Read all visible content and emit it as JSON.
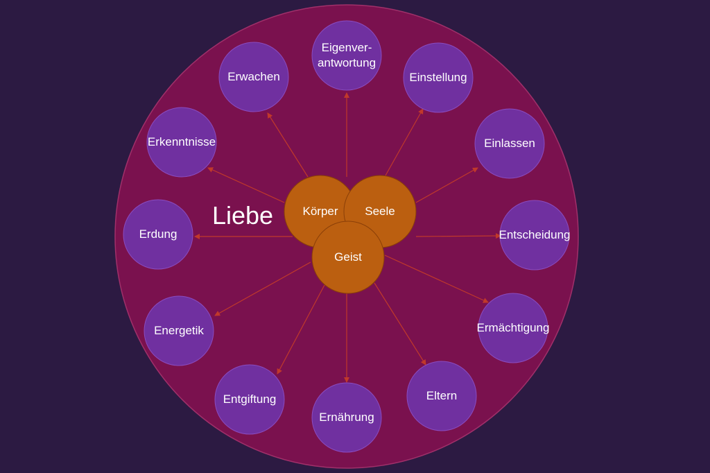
{
  "title": "Liebe",
  "colors": {
    "background": "#2c1a42",
    "outer_circle": "#7a114e",
    "outer_stroke": "#a0306a",
    "satellite": "#7030a0",
    "satellite_stroke": "#8a4cc0",
    "core": "#bb5f10",
    "core_stroke": "#8a3f08",
    "arrow": "#c0392b"
  },
  "core": [
    {
      "label": "Körper"
    },
    {
      "label": "Seele"
    },
    {
      "label": "Geist"
    }
  ],
  "satellites": [
    {
      "label": "Eigenver-\nantwortung"
    },
    {
      "label": "Einstellung"
    },
    {
      "label": "Einlassen"
    },
    {
      "label": "Entscheidung"
    },
    {
      "label": "Ermächtigung"
    },
    {
      "label": "Eltern"
    },
    {
      "label": "Ernährung"
    },
    {
      "label": "Entgiftung"
    },
    {
      "label": "Energetik"
    },
    {
      "label": "Erdung"
    },
    {
      "label": "Erkenntnisse"
    },
    {
      "label": "Erwachen"
    }
  ]
}
